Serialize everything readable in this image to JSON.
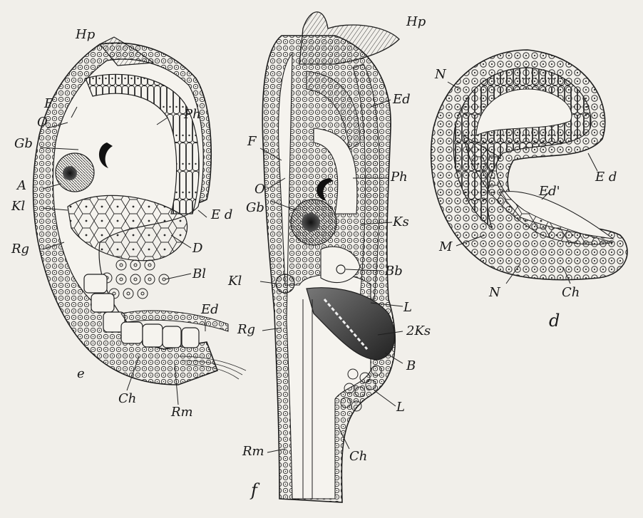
{
  "figure": {
    "panel_e": {
      "caption": "e",
      "labels": {
        "hp": "Hp",
        "f": "F",
        "o": "O",
        "gb": "Gb",
        "ph": "Ph",
        "a": "A",
        "kl": "Kl",
        "ed_right": "E d",
        "rg": "Rg",
        "d": "D",
        "bl": "Bl",
        "ed_lower": "Ed",
        "ch": "Ch",
        "rm": "Rm"
      }
    },
    "panel_f": {
      "caption": "f",
      "labels": {
        "hp": "Hp",
        "ed": "Ed",
        "f": "F",
        "ph": "Ph",
        "o": "O",
        "gb": "Gb",
        "ks": "Ks",
        "kl": "Kl",
        "bb": "Bb",
        "l_upper": "L",
        "rg": "Rg",
        "ks2": "2Ks",
        "b": "B",
        "l_lower": "L",
        "rm": "Rm",
        "ch": "Ch"
      }
    },
    "panel_d": {
      "caption": "d",
      "labels": {
        "n_top": "N",
        "ed": "E d",
        "ed_prime": "Ed'",
        "m": "M",
        "n_bottom": "N",
        "ch": "Ch"
      }
    }
  }
}
